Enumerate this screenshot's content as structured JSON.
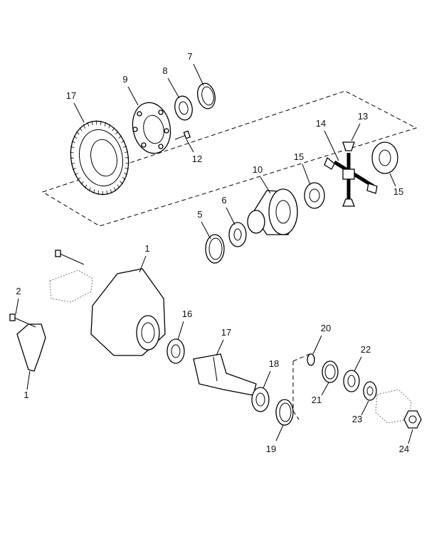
{
  "diagram": {
    "callouts": [
      {
        "id": "c1a",
        "label": "1"
      },
      {
        "id": "c1b",
        "label": "1"
      },
      {
        "id": "c2",
        "label": "2"
      },
      {
        "id": "c5",
        "label": "5"
      },
      {
        "id": "c6",
        "label": "6"
      },
      {
        "id": "c7",
        "label": "7"
      },
      {
        "id": "c8",
        "label": "8"
      },
      {
        "id": "c9",
        "label": "9"
      },
      {
        "id": "c10",
        "label": "10"
      },
      {
        "id": "c12",
        "label": "12"
      },
      {
        "id": "c13",
        "label": "13"
      },
      {
        "id": "c14",
        "label": "14"
      },
      {
        "id": "c15a",
        "label": "15"
      },
      {
        "id": "c15b",
        "label": "15"
      },
      {
        "id": "c16",
        "label": "16"
      },
      {
        "id": "c17a",
        "label": "17"
      },
      {
        "id": "c17b",
        "label": "17"
      },
      {
        "id": "c18",
        "label": "18"
      },
      {
        "id": "c19",
        "label": "19"
      },
      {
        "id": "c20",
        "label": "20"
      },
      {
        "id": "c21",
        "label": "21"
      },
      {
        "id": "c22",
        "label": "22"
      },
      {
        "id": "c23",
        "label": "23"
      },
      {
        "id": "c24",
        "label": "24"
      }
    ]
  }
}
